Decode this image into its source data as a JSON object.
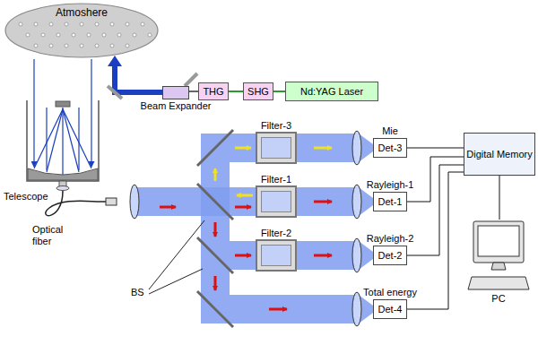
{
  "diagram": {
    "nodes": [
      {
        "text": [
          "Atmoshere"
        ]
      },
      {
        "text": [
          "Beam Expander"
        ]
      },
      {
        "text": [
          "THG"
        ]
      },
      {
        "text": [
          "SHG"
        ]
      },
      {
        "text": [
          "Nd:YAG Laser"
        ]
      },
      {
        "text": [
          "Filter-3"
        ]
      },
      {
        "text": [
          "Mie",
          "Det-3"
        ]
      },
      {
        "text": [
          "Digital Memory"
        ]
      },
      {
        "text": [
          "Filter-1"
        ]
      },
      {
        "text": [
          "Rayleigh-1",
          "Det-1"
        ]
      },
      {
        "text": [
          "Filter-2"
        ]
      },
      {
        "text": [
          "Rayleigh-2",
          "Det-2"
        ]
      },
      {
        "text": [
          "Total energy",
          "Det-4"
        ]
      },
      {
        "text": [
          "PC"
        ]
      }
    ],
    "edges": [
      {
        "from": 4,
        "to": 3,
        "arrow": "none"
      },
      {
        "from": 3,
        "to": 2,
        "arrow": "none"
      },
      {
        "from": 2,
        "to": 1,
        "arrow": "none"
      },
      {
        "from": 6,
        "to": 7,
        "arrow": "none"
      },
      {
        "from": 9,
        "to": 7,
        "arrow": "none"
      },
      {
        "from": 11,
        "to": 7,
        "arrow": "none"
      },
      {
        "from": 12,
        "to": 7,
        "arrow": "none"
      },
      {
        "from": 7,
        "to": 13,
        "arrow": "none"
      }
    ],
    "labels": [
      "Telescope",
      "Optical fiber",
      "BS"
    ]
  }
}
